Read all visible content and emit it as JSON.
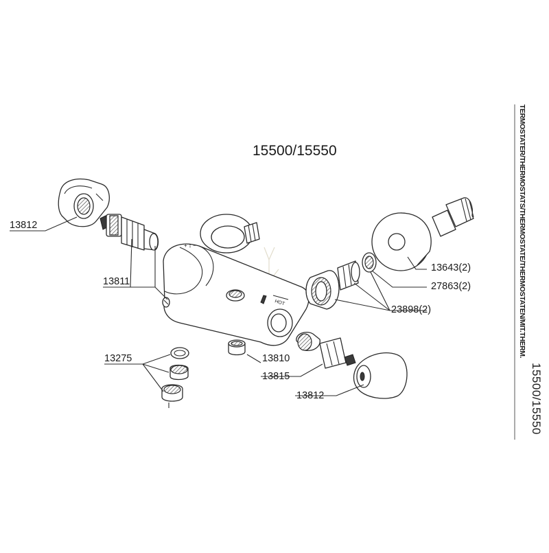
{
  "diagram": {
    "title": "15500/15550",
    "side_text": "TERMOSTATER/THERMOSTATS/THERMOSTATE/THERMOSTATEN/MIT.THERM.",
    "side_model": "15500/15550",
    "parts": [
      {
        "id": "13812",
        "label": "13812"
      },
      {
        "id": "13811",
        "label": "13811"
      },
      {
        "id": "13275",
        "label": "13275"
      },
      {
        "id": "13810",
        "label": "13810"
      },
      {
        "id": "13815",
        "label": "13815"
      },
      {
        "id": "13812b",
        "label": "13812"
      },
      {
        "id": "13643",
        "label": "13643(2)"
      },
      {
        "id": "27863",
        "label": "27863(2)"
      },
      {
        "id": "23898",
        "label": "23898(2)"
      }
    ],
    "colors": {
      "line": "#2a2a2a",
      "background": "#ffffff"
    }
  }
}
